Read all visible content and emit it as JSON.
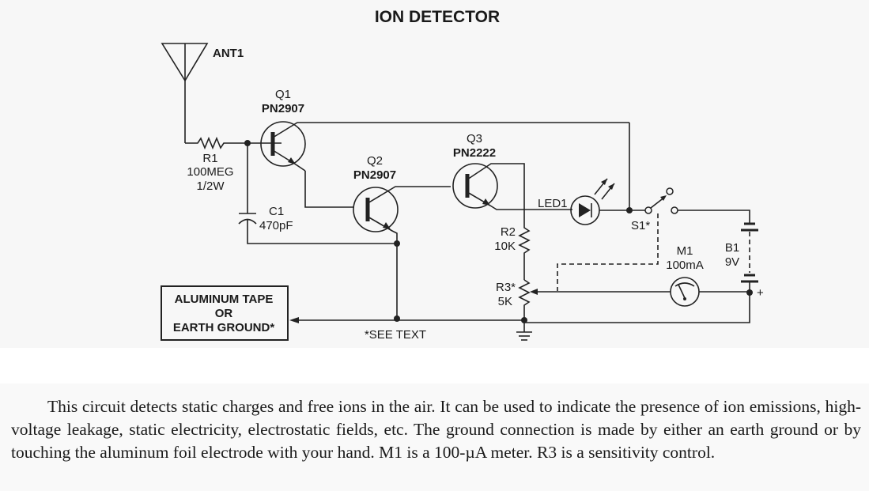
{
  "title": "ION DETECTOR",
  "components": {
    "ant1": {
      "ref": "ANT1"
    },
    "r1": {
      "ref": "R1",
      "value": "100MEG",
      "rating": "1/2W"
    },
    "c1": {
      "ref": "C1",
      "value": "470pF"
    },
    "q1": {
      "ref": "Q1",
      "part": "PN2907"
    },
    "q2": {
      "ref": "Q2",
      "part": "PN2907"
    },
    "q3": {
      "ref": "Q3",
      "part": "PN2222"
    },
    "led1": {
      "ref": "LED1"
    },
    "s1": {
      "ref": "S1*"
    },
    "r2": {
      "ref": "R2",
      "value": "10K"
    },
    "r3": {
      "ref": "R3*",
      "value": "5K"
    },
    "m1": {
      "ref": "M1",
      "value": "100mA"
    },
    "b1": {
      "ref": "B1",
      "value": "9V",
      "polarity": "+"
    }
  },
  "ground_box": {
    "line1": "ALUMINUM TAPE",
    "line2": "OR",
    "line3": "EARTH GROUND*"
  },
  "see_text": "*SEE TEXT",
  "description": "This circuit detects static charges and free ions in the air. It can be used to indicate the presence of ion emissions, high-voltage leakage, static electricity, electrostatic fields, etc. The ground connection is made by either an earth ground or by touching the aluminum foil electrode with your hand. M1 is a 100-µA meter. R3 is a sensitivity control."
}
